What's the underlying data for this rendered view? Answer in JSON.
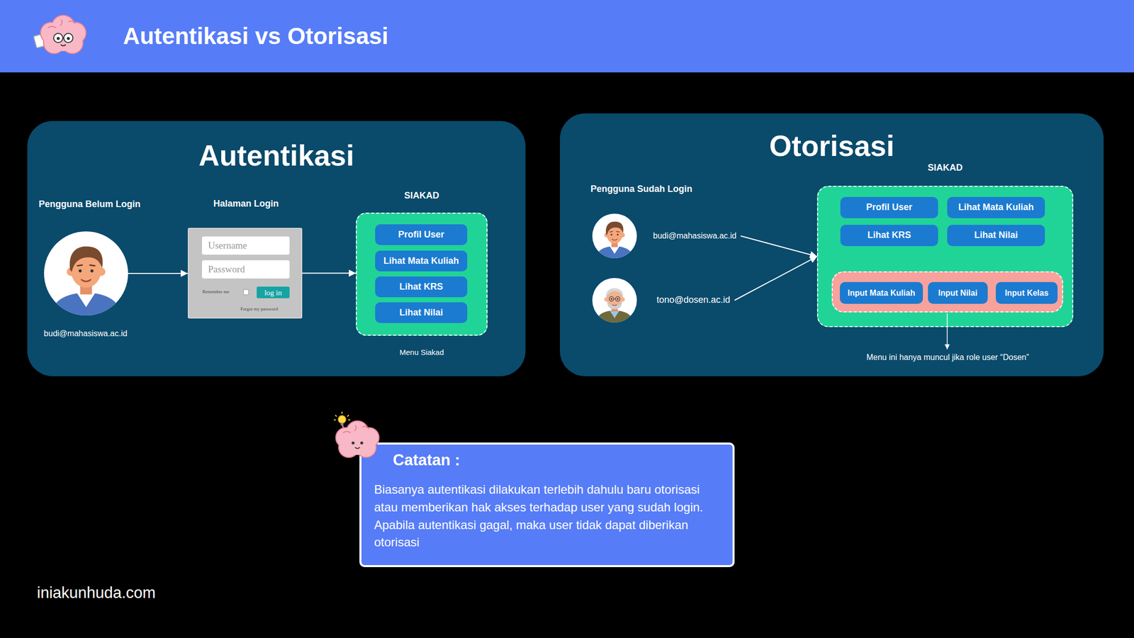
{
  "diagram": {
    "title": "Autentikasi vs Otorisasi",
    "nodes": [
      {
        "text": [
          "Autentikasi"
        ]
      },
      {
        "text": [
          "Pengguna Belum Login",
          "budi@mahasiswa.ac.id"
        ],
        "in": 0
      },
      {
        "text": [
          "Halaman Login"
        ],
        "in": 0
      },
      {
        "text": [
          "Username"
        ],
        "in": 2
      },
      {
        "text": [
          "Password"
        ],
        "in": 2
      },
      {
        "text": [
          "log in"
        ],
        "in": 2
      },
      {
        "text": [
          "SIAKAD",
          "Menu Siakad"
        ],
        "in": 0
      },
      {
        "text": [
          "Profil User"
        ],
        "in": 6
      },
      {
        "text": [
          "Lihat Mata Kuliah"
        ],
        "in": 6
      },
      {
        "text": [
          "Lihat KRS"
        ],
        "in": 6
      },
      {
        "text": [
          "Lihat Nilai"
        ],
        "in": 6
      },
      {
        "text": [
          "Otorisasi"
        ]
      },
      {
        "text": [
          "budi@mahasiswa.ac.id"
        ],
        "in": 11
      },
      {
        "text": [
          "tono@dosen.ac.id"
        ],
        "in": 11
      },
      {
        "text": [
          "SIAKAD"
        ],
        "in": 11
      },
      {
        "text": [
          "Profil User"
        ],
        "in": 14
      },
      {
        "text": [
          "Lihat Mata Kuliah"
        ],
        "in": 14
      },
      {
        "text": [
          "Lihat KRS"
        ],
        "in": 14
      },
      {
        "text": [
          "Lihat Nilai"
        ],
        "in": 14
      },
      {
        "text": [
          "Menu ini hanya muncul jika role user “Dosen”"
        ],
        "in": 14
      },
      {
        "text": [
          "Input Mata Kuliah"
        ],
        "in": 19
      },
      {
        "text": [
          "Input Nilai"
        ],
        "in": 19
      },
      {
        "text": [
          "Input Kelas"
        ],
        "in": 19
      },
      {
        "text": [
          "Catatan :",
          "Biasanya autentikasi dilakukan terlebih dahulu baru otorisasi atau memberikan hak akses terhadap user yang sudah login. Apabila autentikasi gagal, maka user tidak dapat diberikan otorisasi"
        ]
      }
    ],
    "edges": [
      {
        "from": 1,
        "to": 2,
        "arrow": "to"
      },
      {
        "from": 2,
        "to": 6,
        "arrow": "to"
      },
      {
        "from": 12,
        "to": 14,
        "arrow": "to"
      },
      {
        "from": 13,
        "to": 14,
        "arrow": "to"
      }
    ],
    "labels": [
      "Remember me",
      "Forgot my password",
      "Pengguna Sudah Login",
      "iniakunhuda.com"
    ]
  }
}
